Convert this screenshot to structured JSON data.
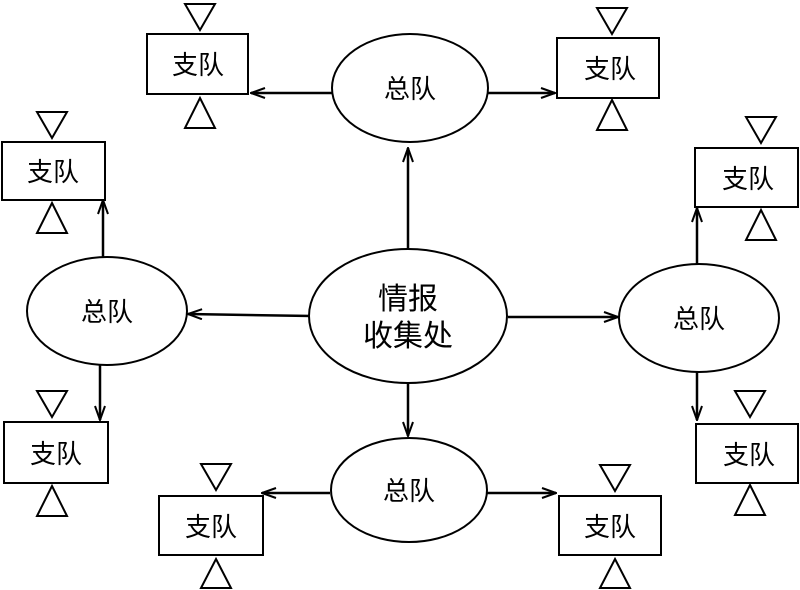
{
  "center": {
    "label_line1": "情报",
    "label_line2": "收集处"
  },
  "headquarters_label": "总队",
  "branch_label": "支队",
  "colors": {
    "stroke": "#000000",
    "fill": "#ffffff"
  }
}
